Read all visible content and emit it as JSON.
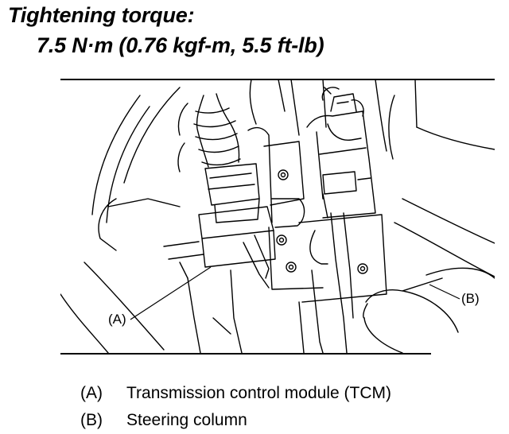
{
  "heading": {
    "title": "Tightening torque:",
    "spec": "7.5 N·m (0.76 kgf-m, 5.5 ft-lb)"
  },
  "callouts": {
    "a": "(A)",
    "b": "(B)"
  },
  "legend": [
    {
      "key": "(A)",
      "label": "Transmission control module (TCM)"
    },
    {
      "key": "(B)",
      "label": "Steering column"
    }
  ],
  "colors": {
    "ink": "#000000",
    "paper": "#ffffff"
  }
}
